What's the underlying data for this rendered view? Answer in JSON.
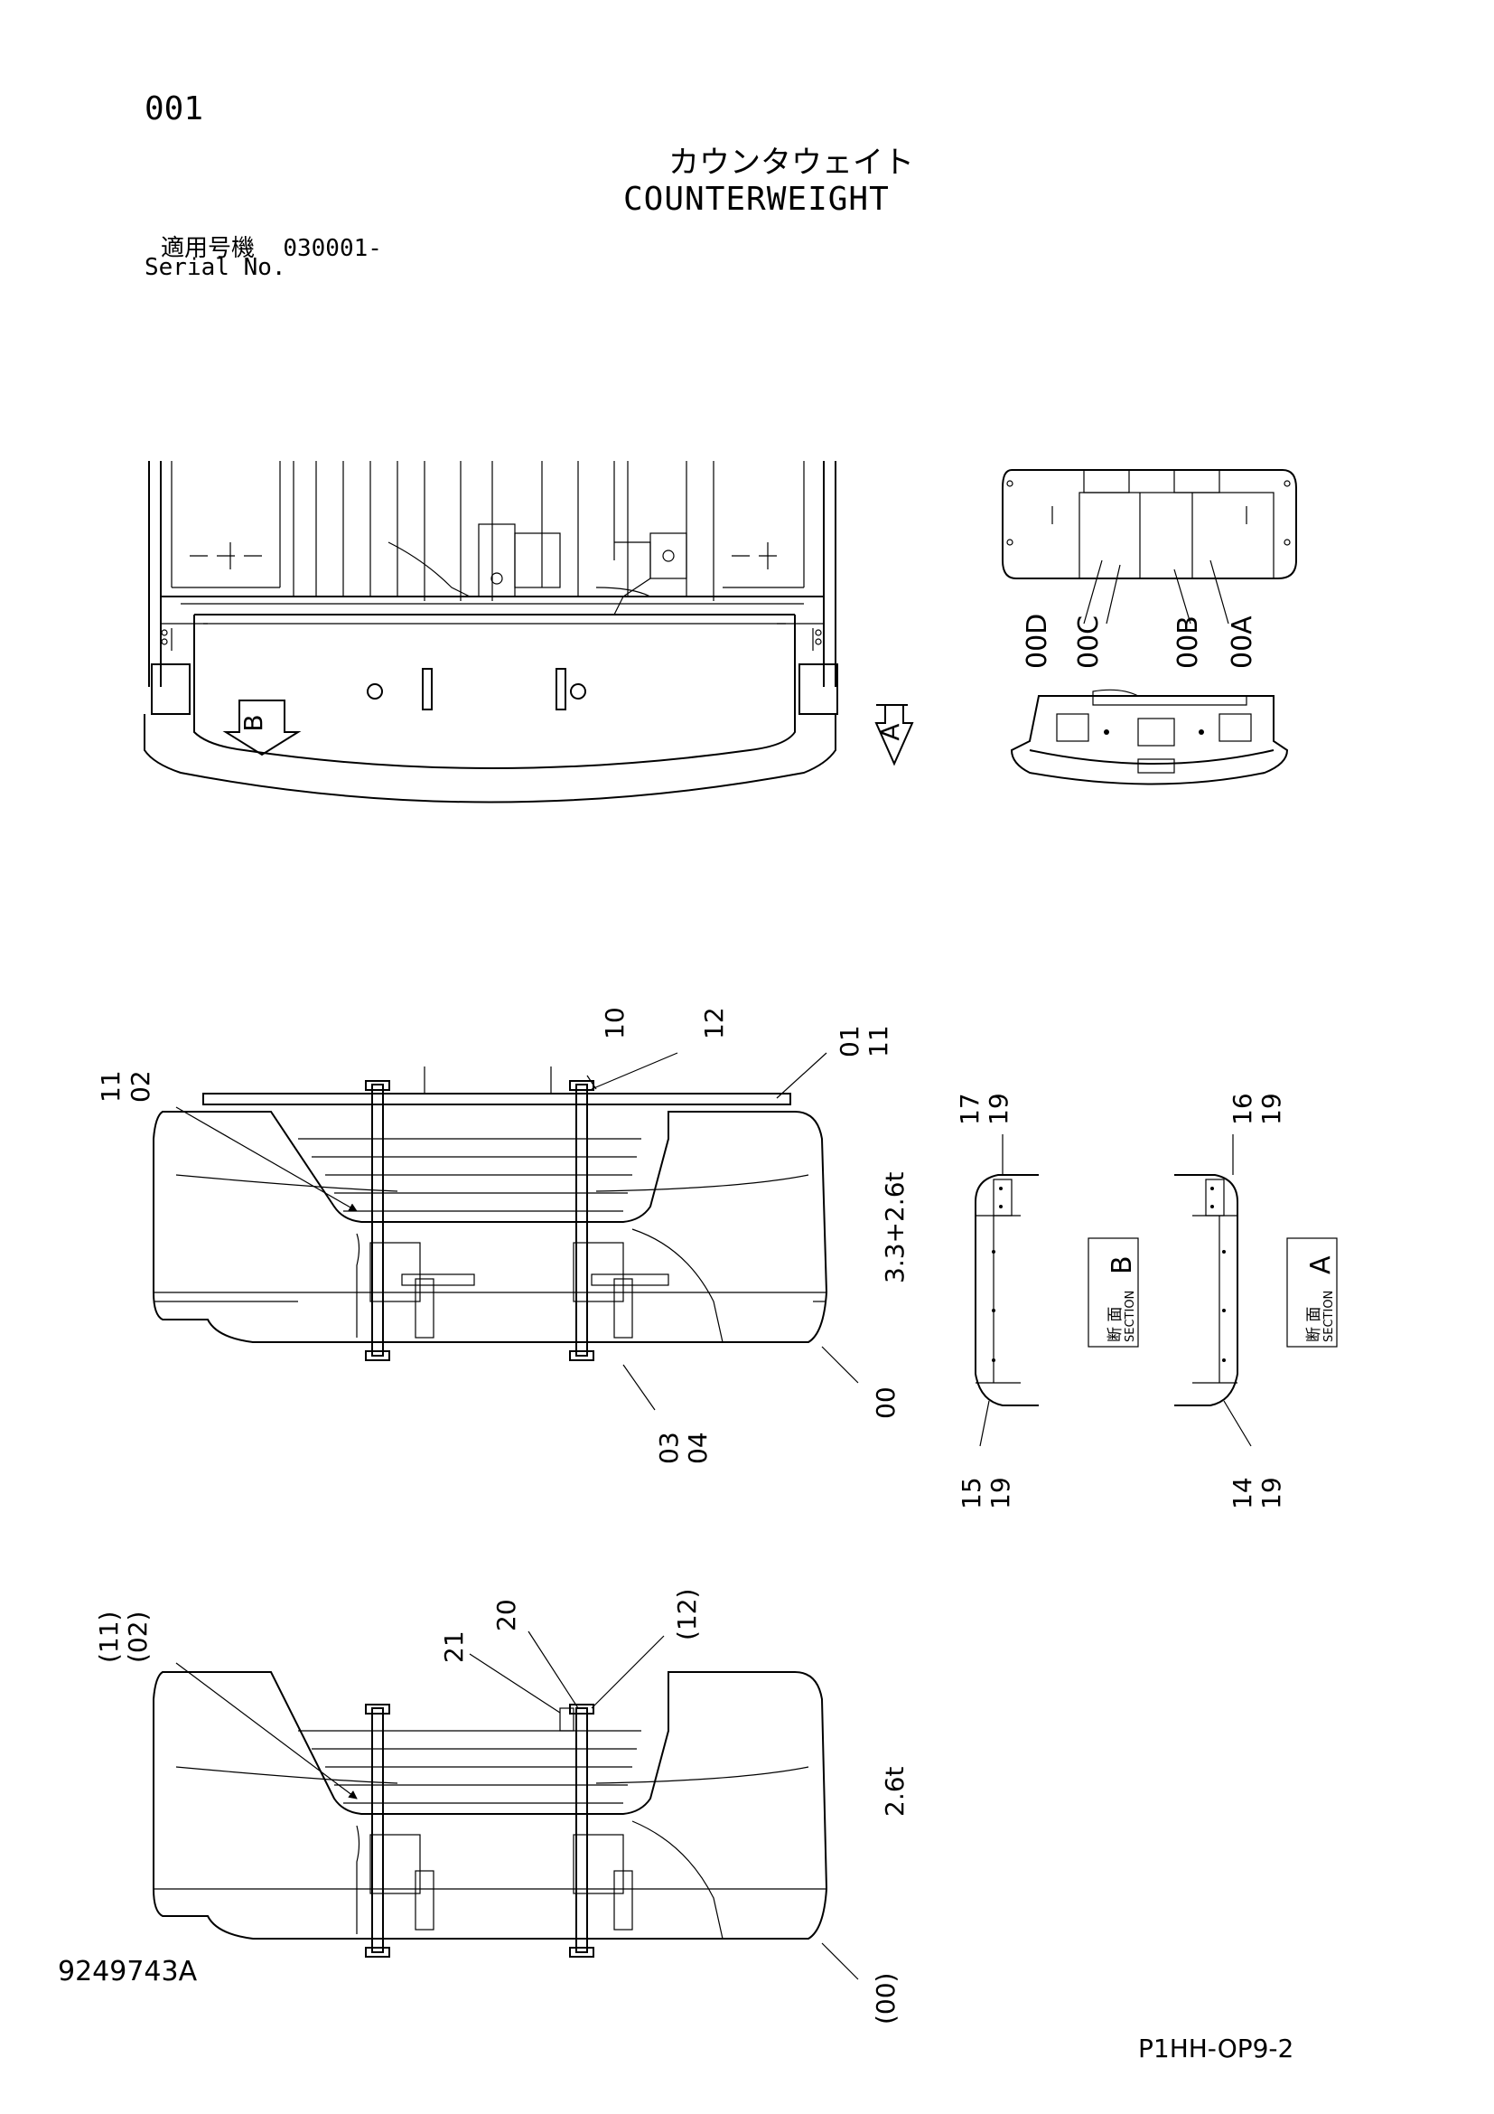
{
  "header": {
    "page_no": "001",
    "title_jp": "カウンタウェイト",
    "title_en": "COUNTERWEIGHT",
    "serial_label_jp": "適用号機",
    "serial_value": "030001-",
    "serial_label_en": "Serial No."
  },
  "footer": {
    "figure_no": "9249743A",
    "sheet_no": "P1HH-OP9-2"
  },
  "view_arrows": {
    "b": "B",
    "a": "A"
  },
  "detail_callouts": [
    "00D",
    "00C",
    "00B",
    "00A"
  ],
  "assembly_33": {
    "callouts": {
      "c11_02": [
        "11",
        "02"
      ],
      "c10": "10",
      "c12": "12",
      "c01_11": [
        "01",
        "11"
      ],
      "c03_04": [
        "03",
        "04"
      ],
      "c00": "00"
    },
    "weight": "3.3+2.6t"
  },
  "assembly_26": {
    "callouts": {
      "c11_02": [
        "(11)",
        "(02)"
      ],
      "c21": "21",
      "c20": "20",
      "c12": "(12)",
      "c00": "(00)"
    },
    "weight": "2.6t"
  },
  "sections": {
    "b": {
      "jp": "断 面",
      "en": "SECTION",
      "letter": "B",
      "callouts": {
        "top": [
          "17",
          "19"
        ],
        "bottom": [
          "15",
          "19"
        ]
      }
    },
    "a": {
      "jp": "断 面",
      "en": "SECTION",
      "letter": "A",
      "callouts": {
        "top": [
          "16",
          "19"
        ],
        "bottom": [
          "14",
          "19"
        ]
      }
    }
  }
}
